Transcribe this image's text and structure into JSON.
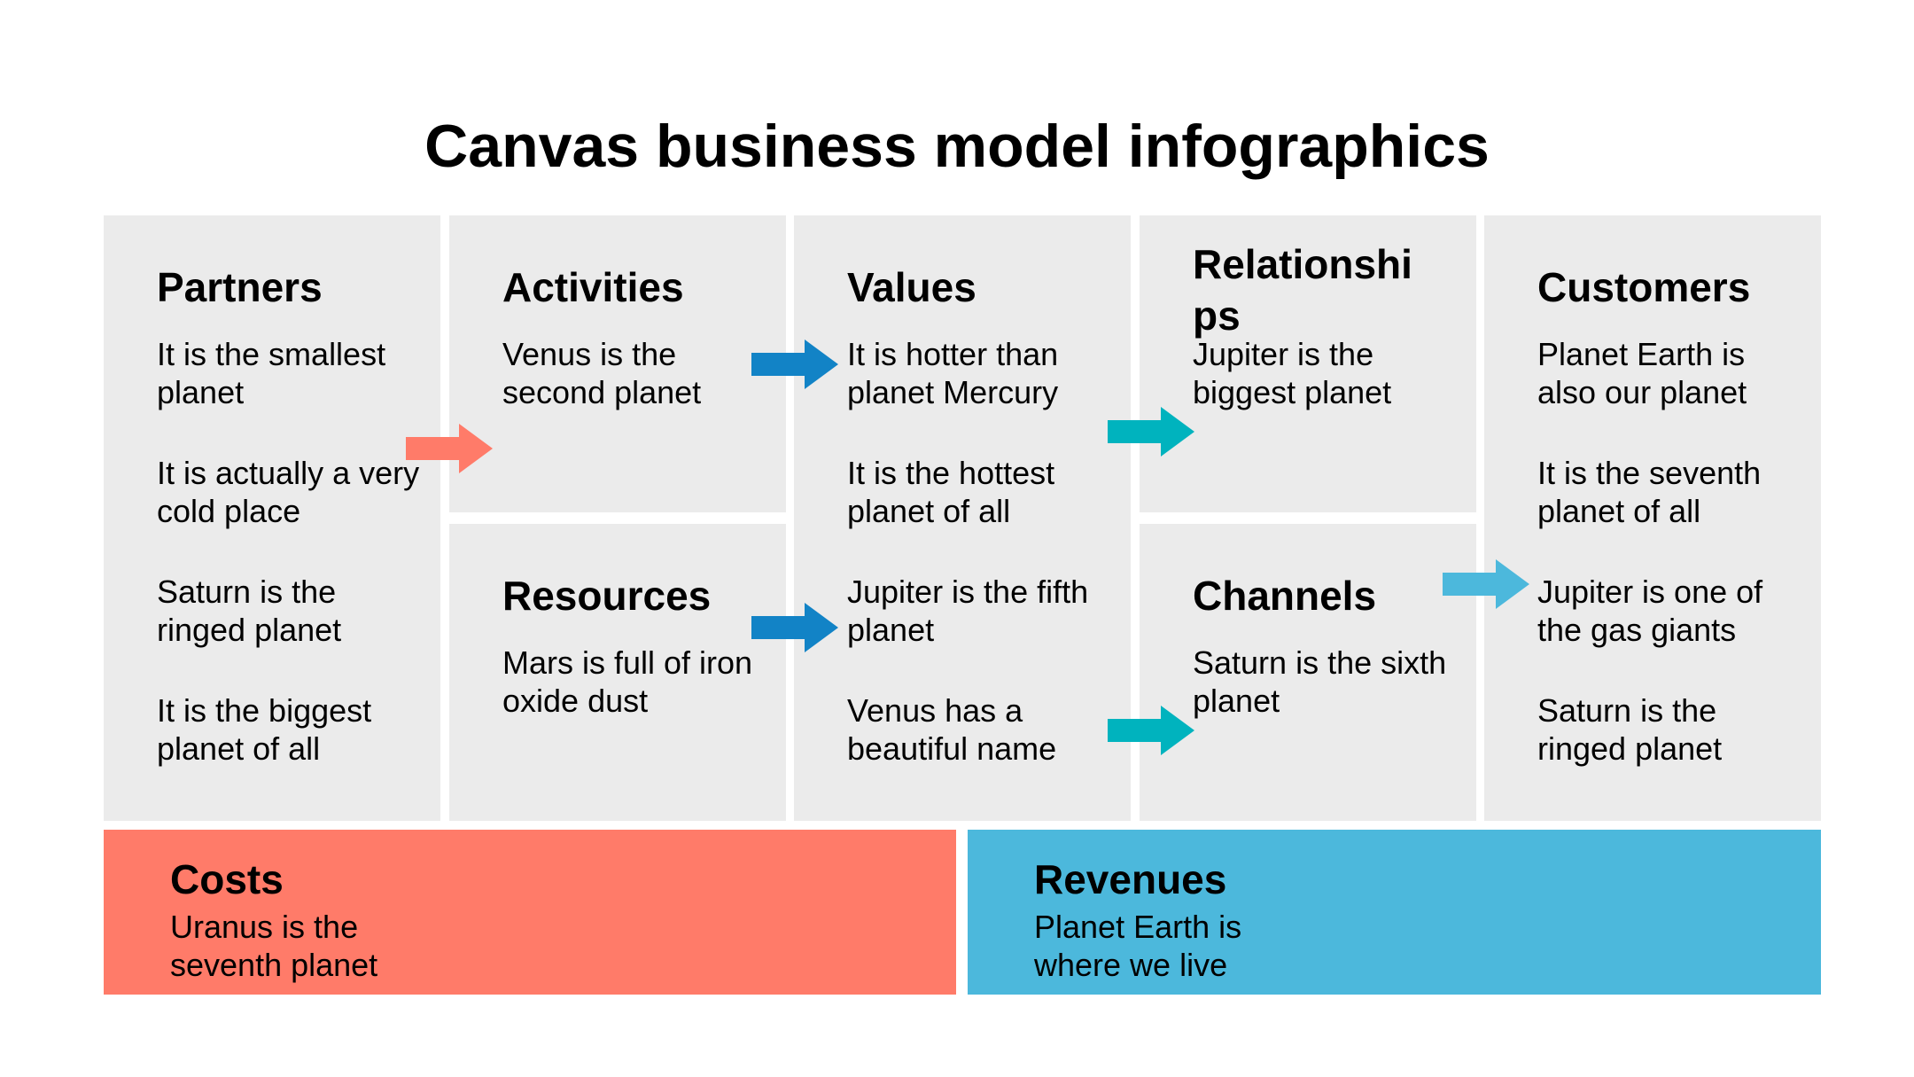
{
  "title": "Canvas business model infographics",
  "colors": {
    "box_bg": "#ebebeb",
    "costs": "#ff7b69",
    "revenues": "#4cb8dc",
    "arrow_coral": "#ff7b69",
    "arrow_blue": "#1283c6",
    "arrow_teal": "#00b3be",
    "arrow_light_blue": "#4cb8dc"
  },
  "blocks": {
    "partners": {
      "heading": "Partners",
      "items": [
        "It is the smallest planet",
        "It is actually a very cold place",
        "Saturn is the ringed planet",
        "It is the biggest planet of all"
      ]
    },
    "activities": {
      "heading": "Activities",
      "items": [
        "Venus is the second planet"
      ]
    },
    "resources": {
      "heading": "Resources",
      "items": [
        "Mars is full of iron oxide dust"
      ]
    },
    "values": {
      "heading": "Values",
      "items": [
        "It is hotter than planet Mercury",
        "It is the hottest planet of all",
        "Jupiter is the fifth planet",
        "Venus has a beautiful name"
      ]
    },
    "relationships": {
      "heading": "Relationships",
      "items": [
        "Jupiter is the biggest planet"
      ]
    },
    "channels": {
      "heading": "Channels",
      "items": [
        "Saturn is the sixth planet"
      ]
    },
    "customers": {
      "heading": "Customers",
      "items": [
        "Planet Earth is also our planet",
        "It is the seventh planet of all",
        "Jupiter is one of the gas giants",
        "Saturn is the ringed planet"
      ]
    },
    "costs": {
      "heading": "Costs",
      "text": "Uranus is the seventh planet"
    },
    "revenues": {
      "heading": "Revenues",
      "text": "Planet Earth is where we live"
    }
  },
  "arrows": [
    {
      "id": "partners-to-activities",
      "icon": "arrow-right-icon",
      "color": "#ff7b69"
    },
    {
      "id": "activities-to-values",
      "icon": "arrow-right-icon",
      "color": "#1283c6"
    },
    {
      "id": "resources-to-values",
      "icon": "arrow-right-icon",
      "color": "#1283c6"
    },
    {
      "id": "values-to-relationships",
      "icon": "arrow-right-icon",
      "color": "#00b3be"
    },
    {
      "id": "values-to-channels",
      "icon": "arrow-right-icon",
      "color": "#00b3be"
    },
    {
      "id": "channels-to-customers",
      "icon": "arrow-right-icon",
      "color": "#4cb8dc"
    }
  ]
}
